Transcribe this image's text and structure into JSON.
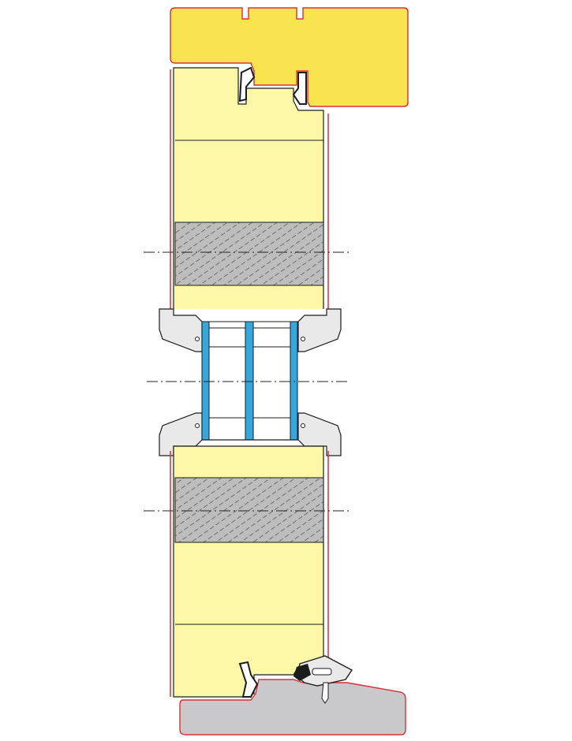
{
  "diagram": {
    "kind": "door-section-drawing",
    "labels": [],
    "colors": {
      "background": "#ffffff",
      "frame_top": "#f7e44f",
      "leaf": "#fdf8a8",
      "threshold": "#c9c9cb",
      "edge_red": "#d8303a",
      "outline_black": "#1c1c1c",
      "glass_blue": "#35a7dd",
      "insulation_gray": "#bdbdbd",
      "hatch": "#5a5a5a",
      "glazing_bead": "#e9e9e9",
      "centerline": "#222222"
    },
    "icons": [
      "hatch-pattern",
      "seal-gasket",
      "screw-fastener",
      "centerline-dashdot"
    ]
  }
}
